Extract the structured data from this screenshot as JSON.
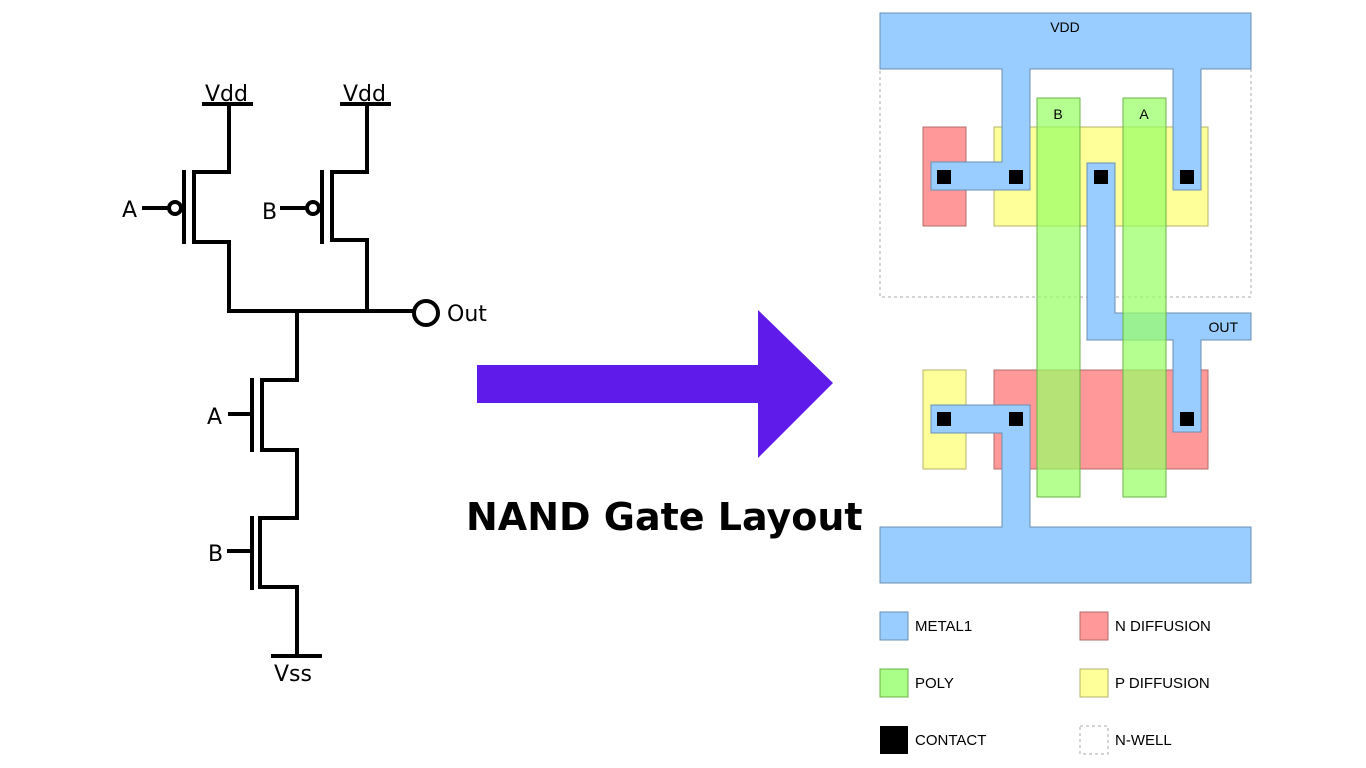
{
  "title": "NAND Gate Layout",
  "colors": {
    "arrow": "#5f1be9",
    "metal1": "#99ccff",
    "poly": "#99ff66",
    "n_diffusion": "#ff9999",
    "p_diffusion": "#ffff99",
    "contact": "#000000",
    "n_well_border": "#aaaaaa"
  },
  "schematic": {
    "vdd_left": "Vdd",
    "vdd_right": "Vdd",
    "pmos_a_input": "A",
    "pmos_b_input": "B",
    "output": "Out",
    "nmos_a_input": "A",
    "nmos_b_input": "B",
    "vss": "Vss"
  },
  "layout": {
    "vdd_label": "VDD",
    "out_label": "OUT",
    "poly_b_label": "B",
    "poly_a_label": "A"
  },
  "legend": [
    {
      "label": "METAL1",
      "layer": "metal1"
    },
    {
      "label": "N DIFFUSION",
      "layer": "n_diffusion"
    },
    {
      "label": "POLY",
      "layer": "poly"
    },
    {
      "label": "P DIFFUSION",
      "layer": "p_diffusion"
    },
    {
      "label": "CONTACT",
      "layer": "contact"
    },
    {
      "label": "N-WELL",
      "layer": "n_well"
    }
  ]
}
